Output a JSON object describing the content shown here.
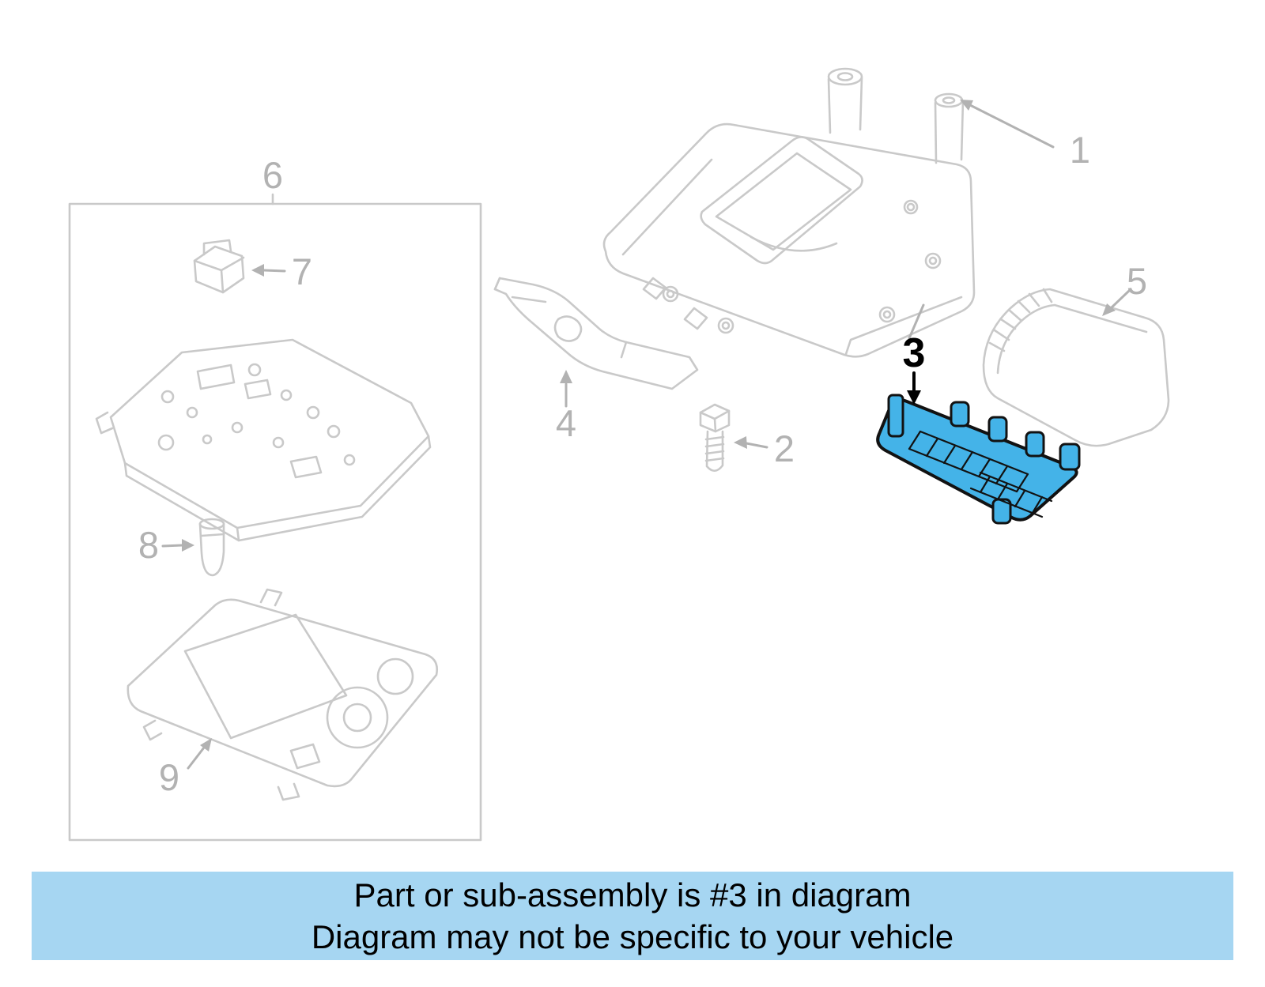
{
  "colors": {
    "bg": "#ffffff",
    "line": "#c9c9c9",
    "label": "#b2b2b2",
    "highlight": "#44b3e8",
    "highlight-stroke": "#121212",
    "banner-bg": "#a6d6f2",
    "banner-text": "#000000"
  },
  "diagram": {
    "highlighted_part": "3",
    "callouts": {
      "part1": "1",
      "part2": "2",
      "part3": "3",
      "part4": "4",
      "part5": "5",
      "part6": "6",
      "part7": "7",
      "part8": "8",
      "part9": "9"
    }
  },
  "banner": {
    "line1": "Part or sub-assembly is #3 in diagram",
    "line2": "Diagram may not be specific to your vehicle"
  }
}
